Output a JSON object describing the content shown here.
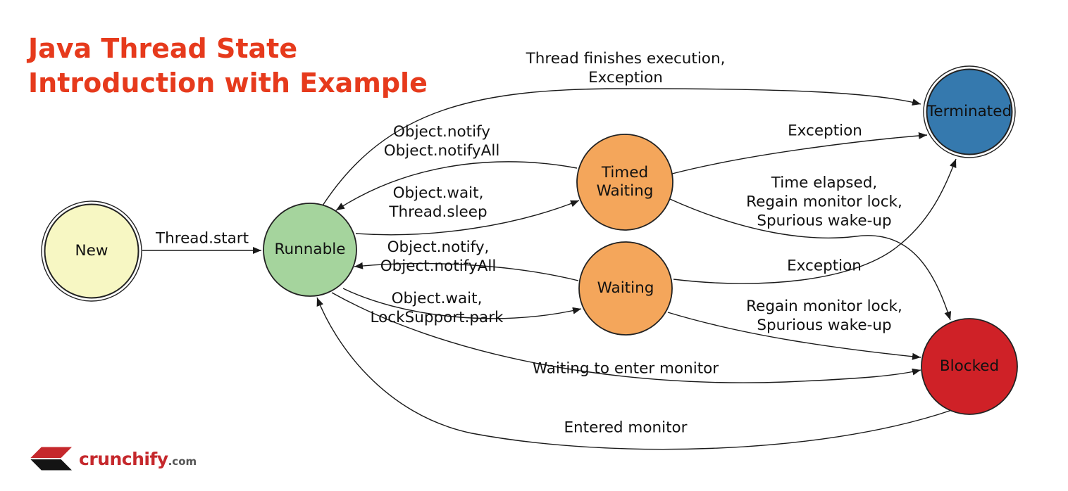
{
  "title": {
    "text": "Java Thread State\nIntroduction with Example",
    "color": "#e63a1c"
  },
  "nodes": {
    "new": {
      "label": "New",
      "fill": "#f7f7c3"
    },
    "runnable": {
      "label": "Runnable",
      "fill": "#a5d49d"
    },
    "timed_waiting": {
      "label": "Timed\nWaiting",
      "fill": "#f4a65b"
    },
    "waiting": {
      "label": "Waiting",
      "fill": "#f4a65b"
    },
    "terminated": {
      "label": "Terminated",
      "fill": "#3579ae"
    },
    "blocked": {
      "label": "Blocked",
      "fill": "#cf2127"
    }
  },
  "edges": {
    "thread_start": "Thread.start",
    "finishes": "Thread finishes execution,\nException",
    "notify_from_timed": "Object.notify\nObject.notifyAll",
    "wait_sleep": "Object.wait,\nThread.sleep",
    "exception_timed": "Exception",
    "time_elapsed": "Time elapsed,\nRegain monitor lock,\nSpurious wake-up",
    "notify_from_waiting": "Object.notify,\nObject.notifyAll",
    "wait_park": "Object.wait,\nLockSupport.park",
    "exception_waiting": "Exception",
    "regain": "Regain monitor lock,\nSpurious wake-up",
    "waiting_enter": "Waiting to enter monitor",
    "entered": "Entered monitor"
  },
  "logo": {
    "brand": "crunchify",
    "suffix": ".com",
    "brand_color": "#c5282c",
    "suffix_color": "#555555"
  },
  "diagram": {
    "edge_stroke": "#1a1a1a"
  }
}
